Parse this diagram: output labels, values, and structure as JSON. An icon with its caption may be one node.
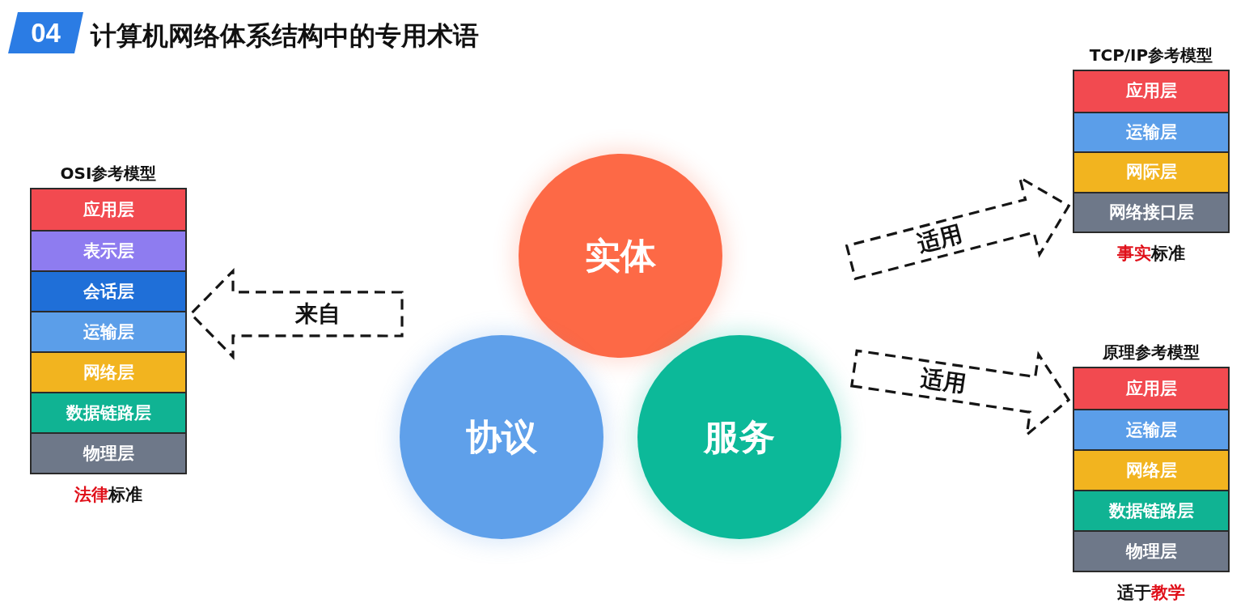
{
  "diagram": {
    "title": "计算机网络体系结构中的专用术语",
    "nodes": [
      {
        "text": [
          "OSI参考模型"
        ],
        "beside": [
          "法律标准"
        ]
      },
      {
        "text": [
          "应用层"
        ],
        "in": 0
      },
      {
        "text": [
          "表示层"
        ],
        "in": 0
      },
      {
        "text": [
          "会话层"
        ],
        "in": 0
      },
      {
        "text": [
          "运输层"
        ],
        "in": 0
      },
      {
        "text": [
          "网络层"
        ],
        "in": 0
      },
      {
        "text": [
          "数据链路层"
        ],
        "in": 0
      },
      {
        "text": [
          "物理层"
        ],
        "in": 0
      },
      {
        "text": [
          "实体"
        ]
      },
      {
        "text": [
          "协议"
        ]
      },
      {
        "text": [
          "服务"
        ]
      },
      {
        "text": [
          "TCP/IP参考模型"
        ],
        "beside": [
          "事实标准"
        ]
      },
      {
        "text": [
          "应用层"
        ],
        "in": 11
      },
      {
        "text": [
          "运输层"
        ],
        "in": 11
      },
      {
        "text": [
          "网际层"
        ],
        "in": 11
      },
      {
        "text": [
          "网络接口层"
        ],
        "in": 11
      },
      {
        "text": [
          "原理参考模型"
        ],
        "beside": [
          "适于教学"
        ]
      },
      {
        "text": [
          "应用层"
        ],
        "in": 16
      },
      {
        "text": [
          "运输层"
        ],
        "in": 16
      },
      {
        "text": [
          "网络层"
        ],
        "in": 16
      },
      {
        "text": [
          "数据链路层"
        ],
        "in": 16
      },
      {
        "text": [
          "物理层"
        ],
        "in": 16
      }
    ],
    "edges": [
      {
        "from": null,
        "to": 0,
        "arrow": "to",
        "label": "来自",
        "style": "dashed"
      },
      {
        "from": null,
        "to": 11,
        "arrow": "to",
        "label": "适用",
        "style": "dashed"
      },
      {
        "from": null,
        "to": 16,
        "arrow": "to",
        "label": "适用",
        "style": "dashed"
      }
    ],
    "labels": [
      "04"
    ]
  }
}
